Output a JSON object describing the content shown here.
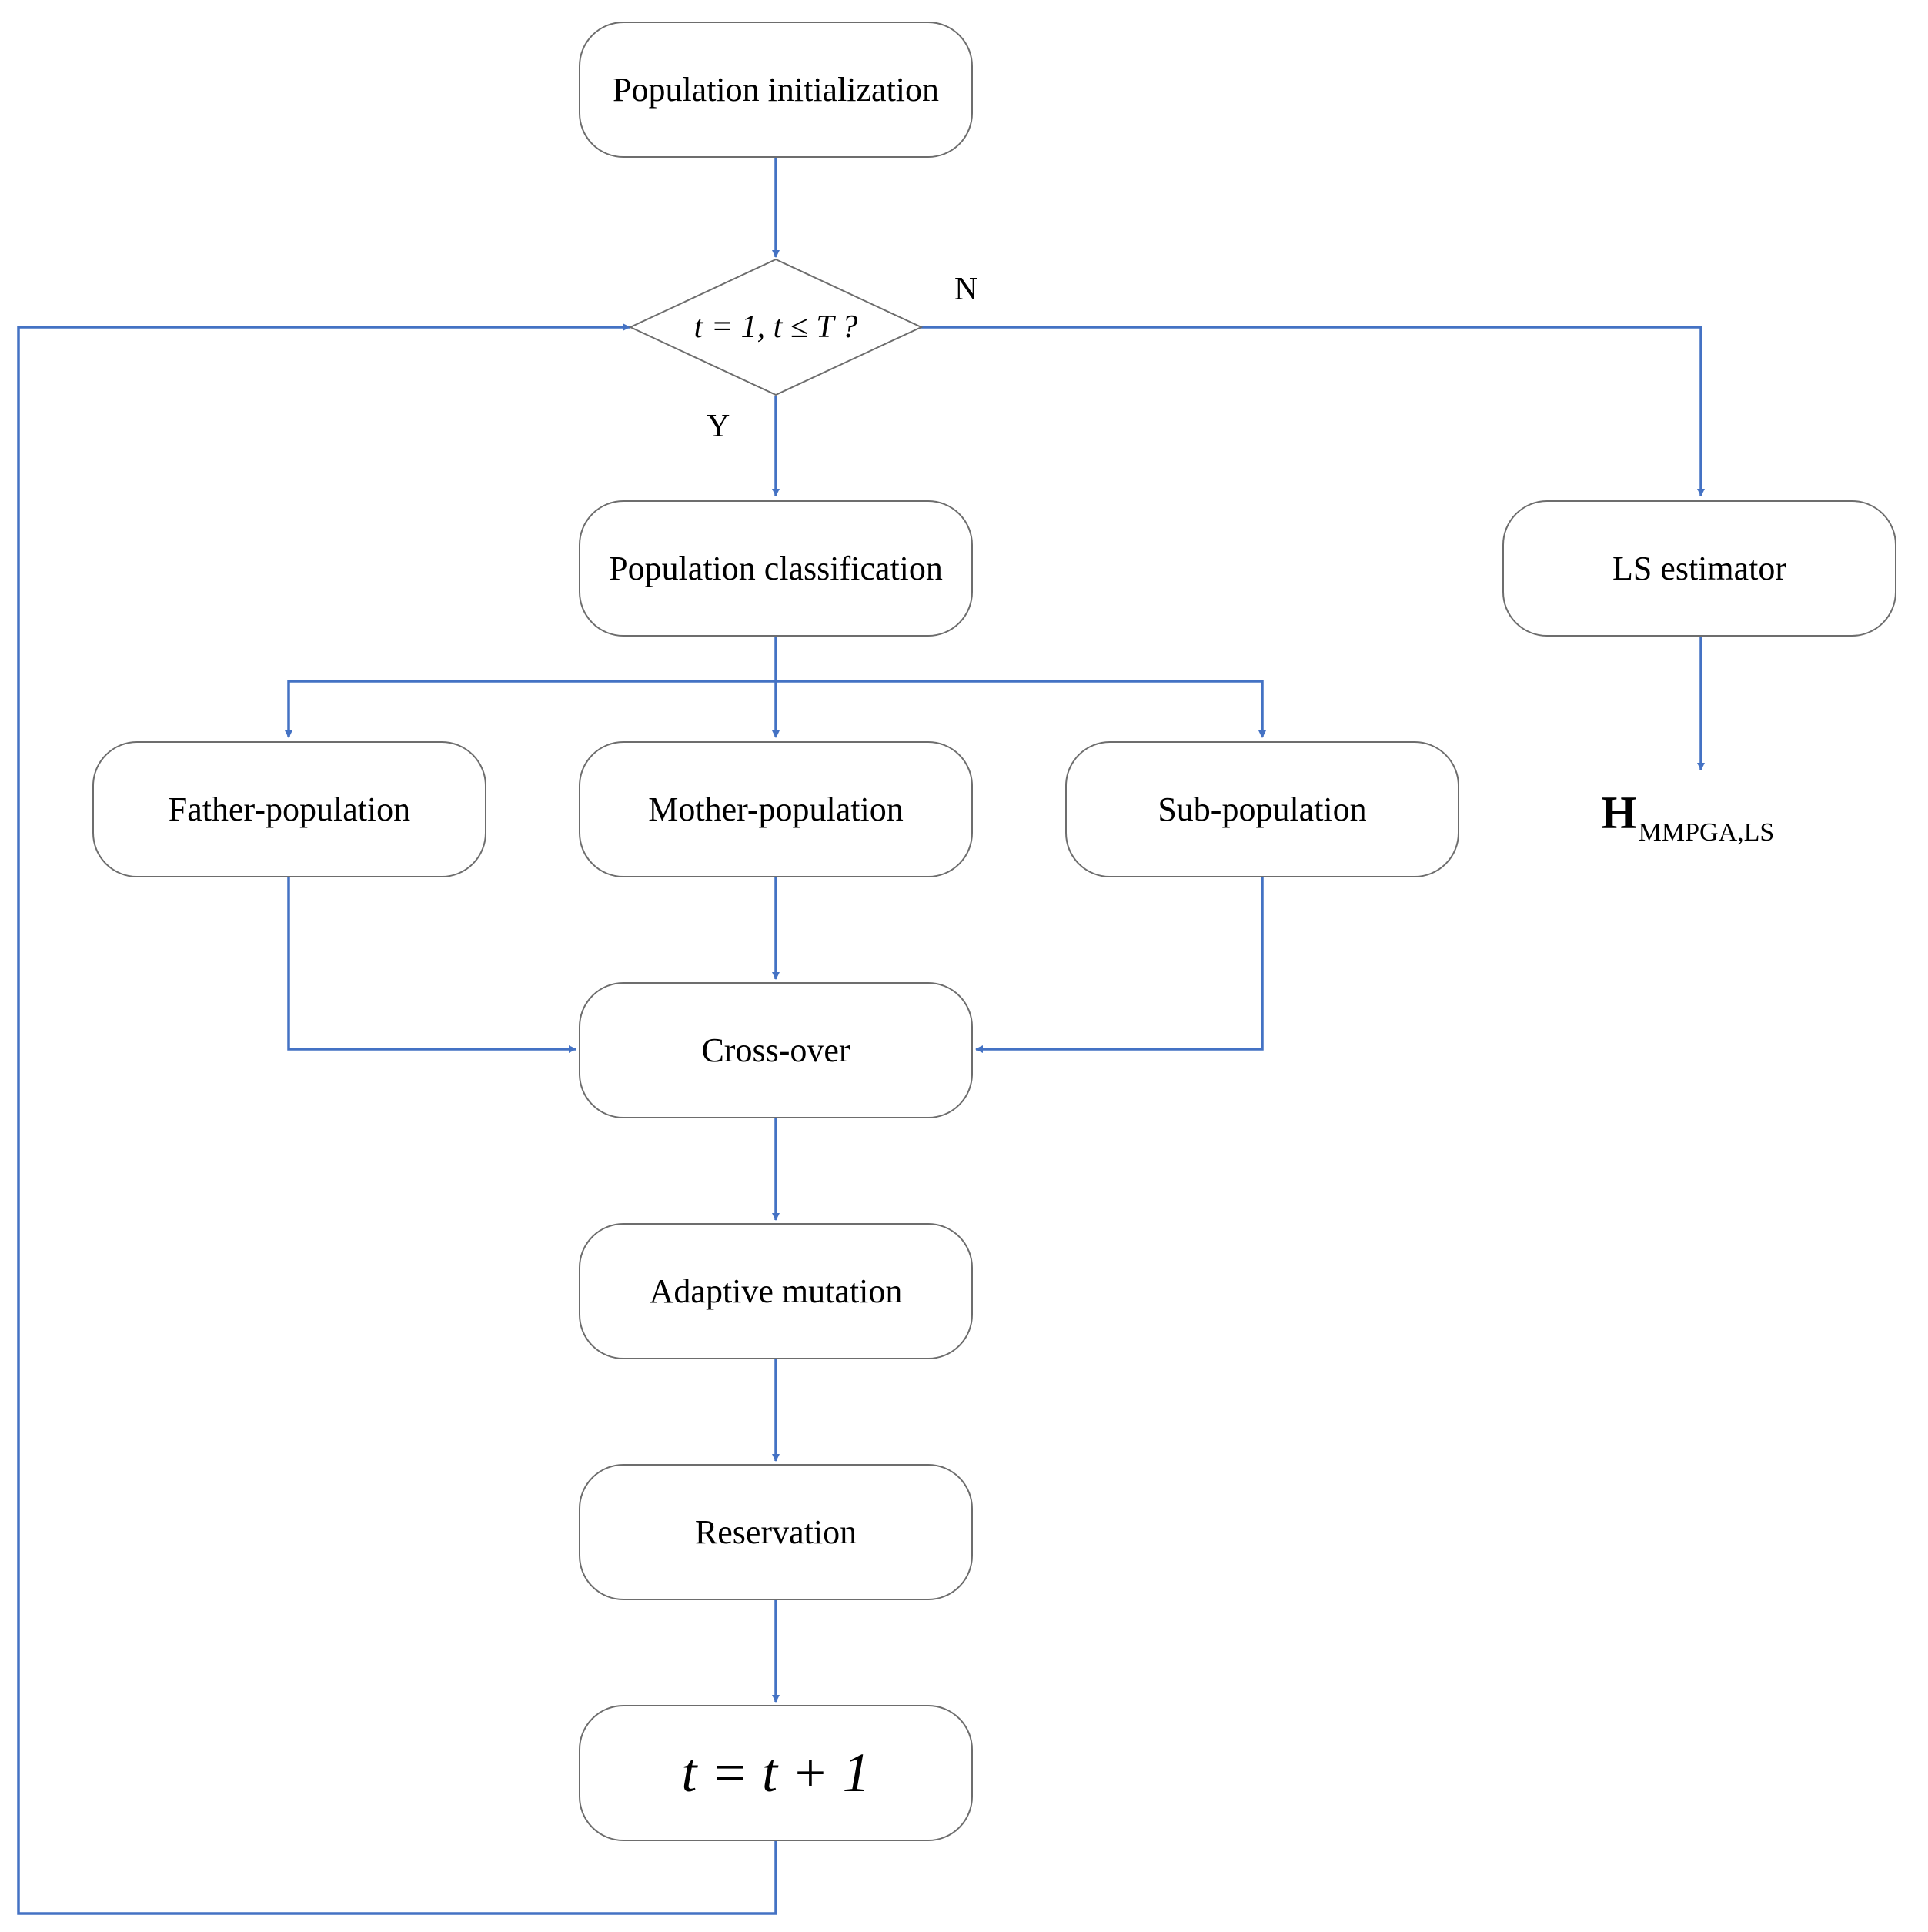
{
  "nodes": {
    "init": "Population initialization",
    "decision": "t = 1, t ≤ T  ?",
    "classification": "Population classification",
    "father": "Father-population",
    "mother": "Mother-population",
    "sub": "Sub-population",
    "crossover": "Cross-over",
    "mutation": "Adaptive mutation",
    "reservation": "Reservation",
    "increment": "t = t + 1",
    "ls": "LS estimator"
  },
  "branches": {
    "no": "N",
    "yes": "Y"
  },
  "output": {
    "main": "H",
    "subscript": "MMPGA,LS"
  },
  "colors": {
    "connector": "#4472c4",
    "node_border": "#6d6d6d"
  }
}
